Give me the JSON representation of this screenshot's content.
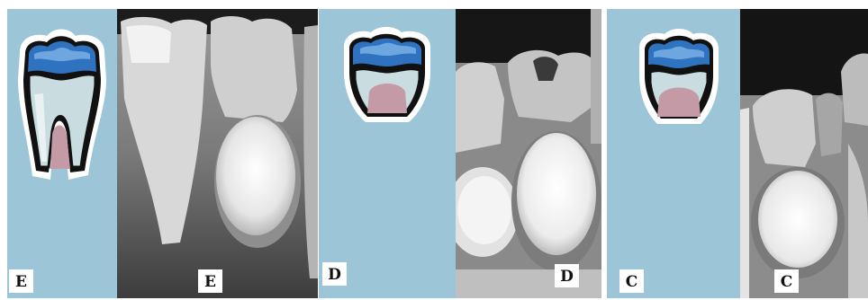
{
  "panels": [
    {
      "diagram_label": "E",
      "xray_label": "E"
    },
    {
      "diagram_label": "D",
      "xray_label": "D"
    },
    {
      "diagram_label": "C",
      "xray_label": "C"
    }
  ],
  "colors": {
    "diagram_background": "#9cc6d8",
    "enamel_blue": "#2f72c0",
    "enamel_light_blue": "#6ea7df",
    "pulp_pink": "#c49aa6",
    "dentin_pale": "#c9dde0",
    "xray_dark": "#2a2a2a",
    "xray_light": "#f0f0f0"
  }
}
